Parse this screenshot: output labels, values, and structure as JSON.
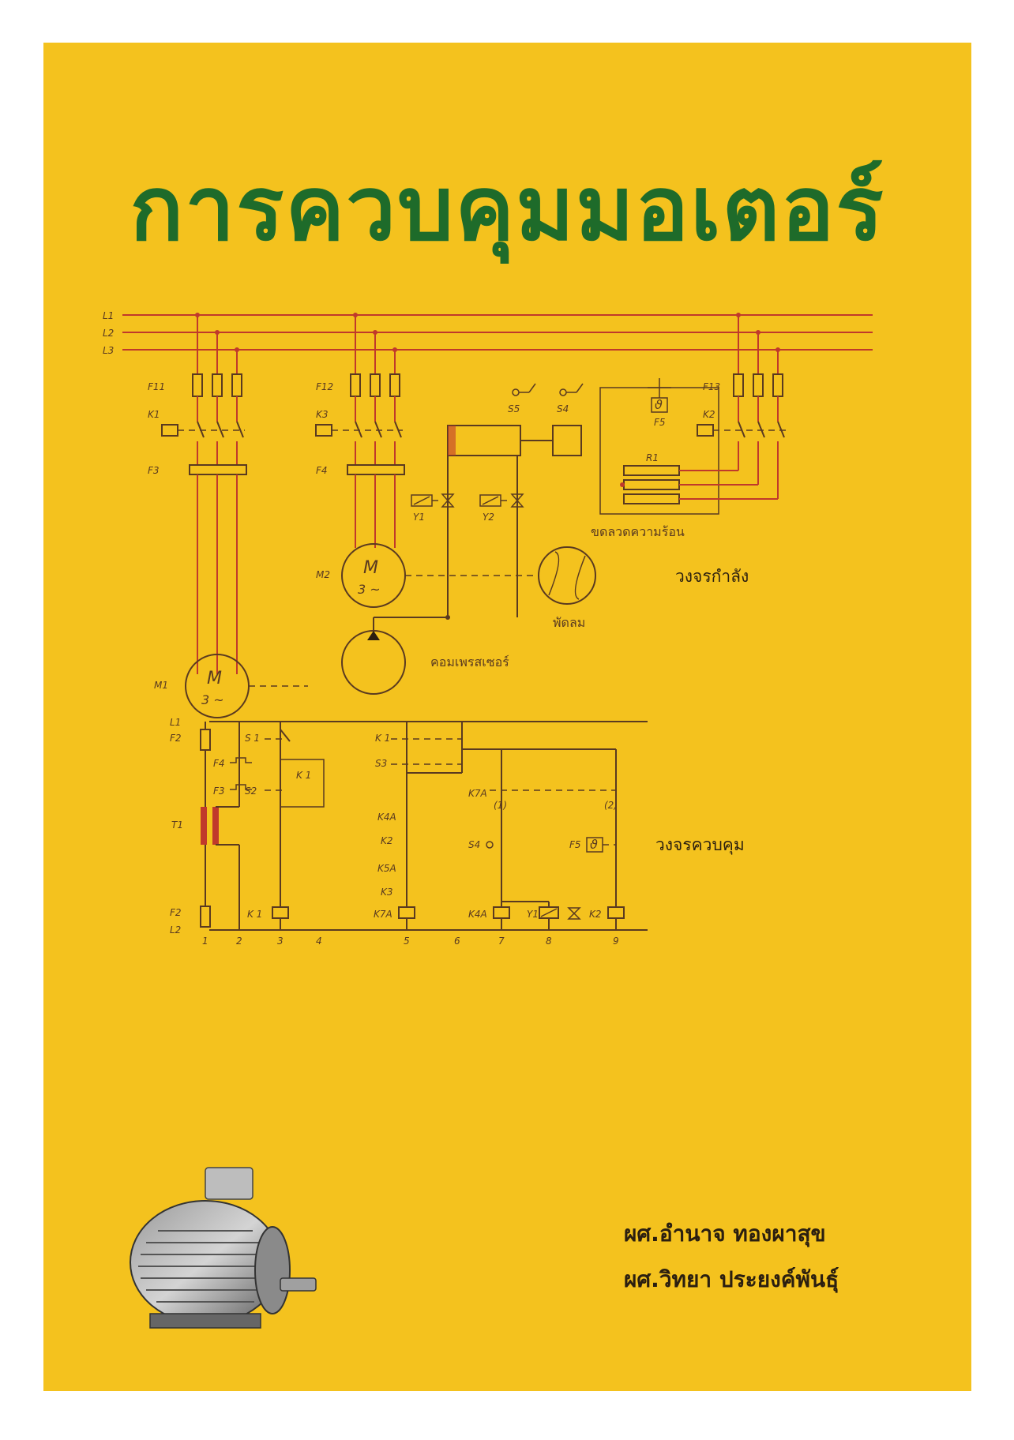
{
  "book": {
    "title": "การควบคุมมอเตอร์",
    "authors": [
      "ผศ.อำนาจ  ทองผาสุข",
      "ผศ.วิทยา ประยงค์พันธุ์"
    ]
  },
  "power_circuit": {
    "section_label": "วงจรกำลัง",
    "lines": [
      "L1",
      "L2",
      "L3"
    ],
    "labels": {
      "f11": "F11",
      "k1": "K1",
      "f3": "F3",
      "m1": "M1",
      "f12": "F12",
      "k3": "K3",
      "f4": "F4",
      "m2": "M2",
      "s5": "S5",
      "s4": "S4",
      "y1": "Y1",
      "y2": "Y2",
      "f13": "F13",
      "k2": "K2",
      "f5": "F5",
      "r1": "R1",
      "motor_symbol": "M",
      "phase_symbol": "3 ~",
      "thermo_symbol": "ϑ"
    },
    "captions": {
      "heater": "ขดลวดความร้อน",
      "fan": "พัดลม",
      "compressor": "คอมเพรสเซอร์"
    }
  },
  "control_circuit": {
    "section_label": "วงจรควบคุม",
    "left_labels": {
      "l1": "L1",
      "f2_top": "F2",
      "t1": "T1",
      "f2_bottom": "F2",
      "l2": "L2"
    },
    "labels": {
      "f4": "F4",
      "f3": "F3",
      "s1": "S 1",
      "s2": "S2",
      "k1_contact": "K 1",
      "k1_top": "K 1",
      "s3": "S3",
      "k4a": "K4A",
      "k2": "K2",
      "k5a": "K5A",
      "k3": "K3",
      "k7a_top": "K7A",
      "one": "(1)",
      "two": "(2)",
      "s4": "S4",
      "f5": "F5",
      "k1_coil": "K 1",
      "k7a_coil": "K7A",
      "k4a_coil": "K4A",
      "y1_coil": "Y1",
      "k2_coil": "K2"
    },
    "column_numbers": [
      "1",
      "2",
      "3",
      "4",
      "5",
      "6",
      "7",
      "8",
      "9"
    ]
  },
  "colors": {
    "background": "#f4c21e",
    "title": "#1e6b2a",
    "red": "#c0392b",
    "ink": "#5a3a20"
  }
}
